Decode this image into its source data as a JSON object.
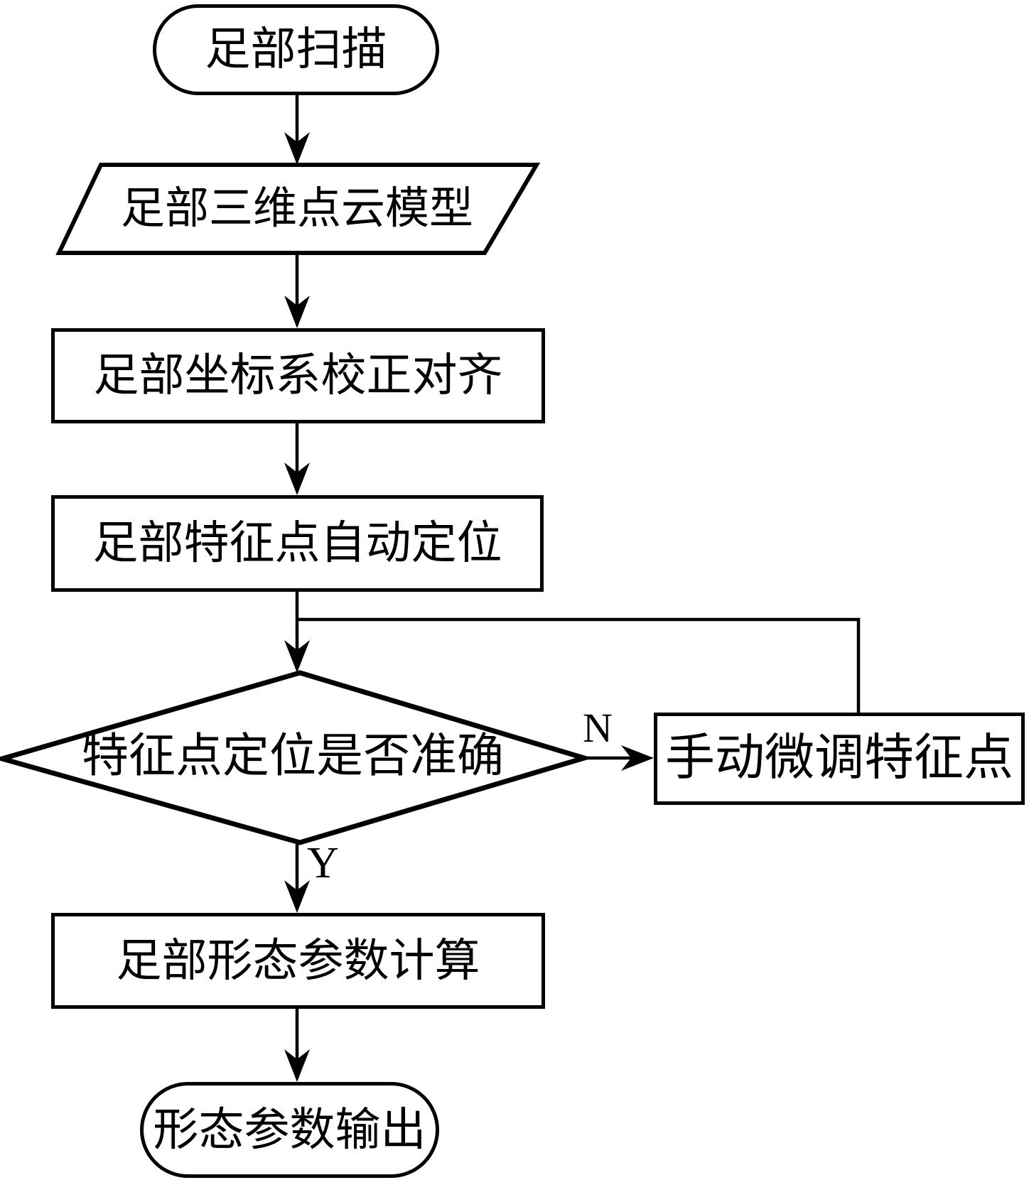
{
  "diagram": {
    "type": "flowchart",
    "colors": {
      "stroke": "#000000",
      "background": "#ffffff",
      "text": "#000000"
    },
    "nodes": {
      "start": {
        "shape": "terminator",
        "label": "足部扫描"
      },
      "point_cloud": {
        "shape": "parallelogram",
        "label": "足部三维点云模型"
      },
      "align": {
        "shape": "process",
        "label": "足部坐标系校正对齐"
      },
      "auto_locate": {
        "shape": "process",
        "label": "足部特征点自动定位"
      },
      "decision": {
        "shape": "decision",
        "label": "特征点定位是否准确"
      },
      "manual_adjust": {
        "shape": "process",
        "label": "手动微调特征点"
      },
      "compute": {
        "shape": "process",
        "label": "足部形态参数计算"
      },
      "output": {
        "shape": "terminator",
        "label": "形态参数输出"
      }
    },
    "edges": [
      {
        "from": "start",
        "to": "point_cloud",
        "label": ""
      },
      {
        "from": "point_cloud",
        "to": "align",
        "label": ""
      },
      {
        "from": "align",
        "to": "auto_locate",
        "label": ""
      },
      {
        "from": "auto_locate",
        "to": "decision",
        "label": ""
      },
      {
        "from": "decision",
        "to": "manual_adjust",
        "label": "N"
      },
      {
        "from": "manual_adjust",
        "to": "decision",
        "label": "",
        "note": "feedback loop merging into decision input"
      },
      {
        "from": "decision",
        "to": "compute",
        "label": "Y"
      },
      {
        "from": "compute",
        "to": "output",
        "label": ""
      }
    ],
    "edge_labels": {
      "no": "N",
      "yes": "Y"
    }
  }
}
